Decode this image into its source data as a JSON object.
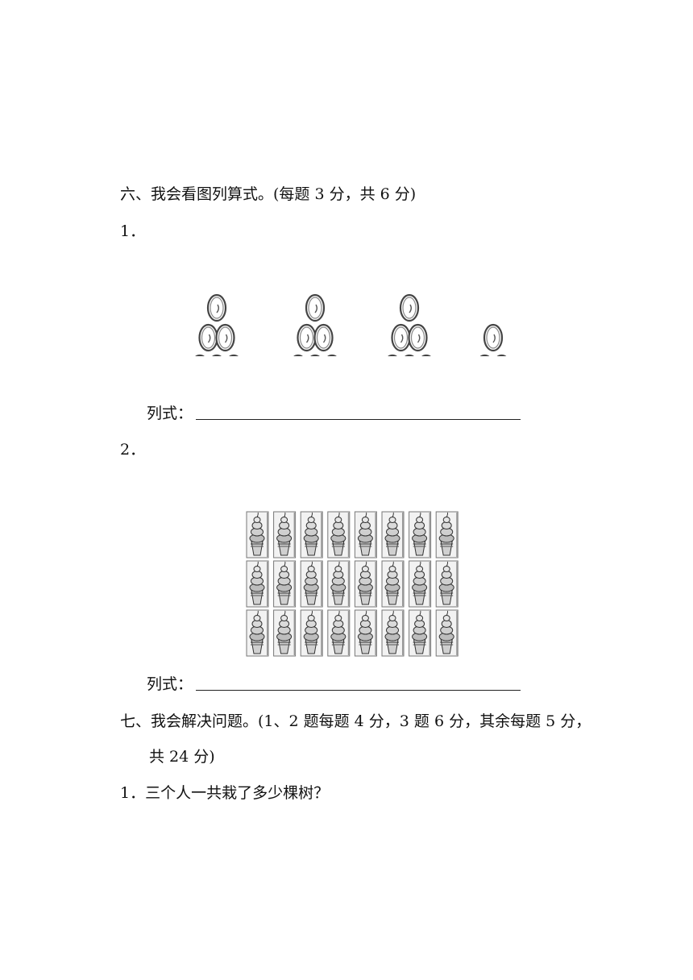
{
  "section6": {
    "heading": "六、我会看图列算式。(每题 3 分，共 6 分)",
    "q1": {
      "number": "1．",
      "answer_label": "列式：",
      "figure": {
        "icon": "egg-icon",
        "groups": [
          6,
          6,
          6,
          3
        ]
      }
    },
    "q2": {
      "number": "2．",
      "answer_label": "列式：",
      "figure": {
        "icon": "ice-cream-icon",
        "rows": 3,
        "columns": 8
      }
    }
  },
  "section7": {
    "heading_line1": "七、我会解决问题。(1、2 题每题 4 分，3 题 6 分，其余每题 5 分，",
    "heading_line2": "共 24 分)",
    "q1": {
      "text": "1．三个人一共栽了多少棵树？"
    }
  }
}
